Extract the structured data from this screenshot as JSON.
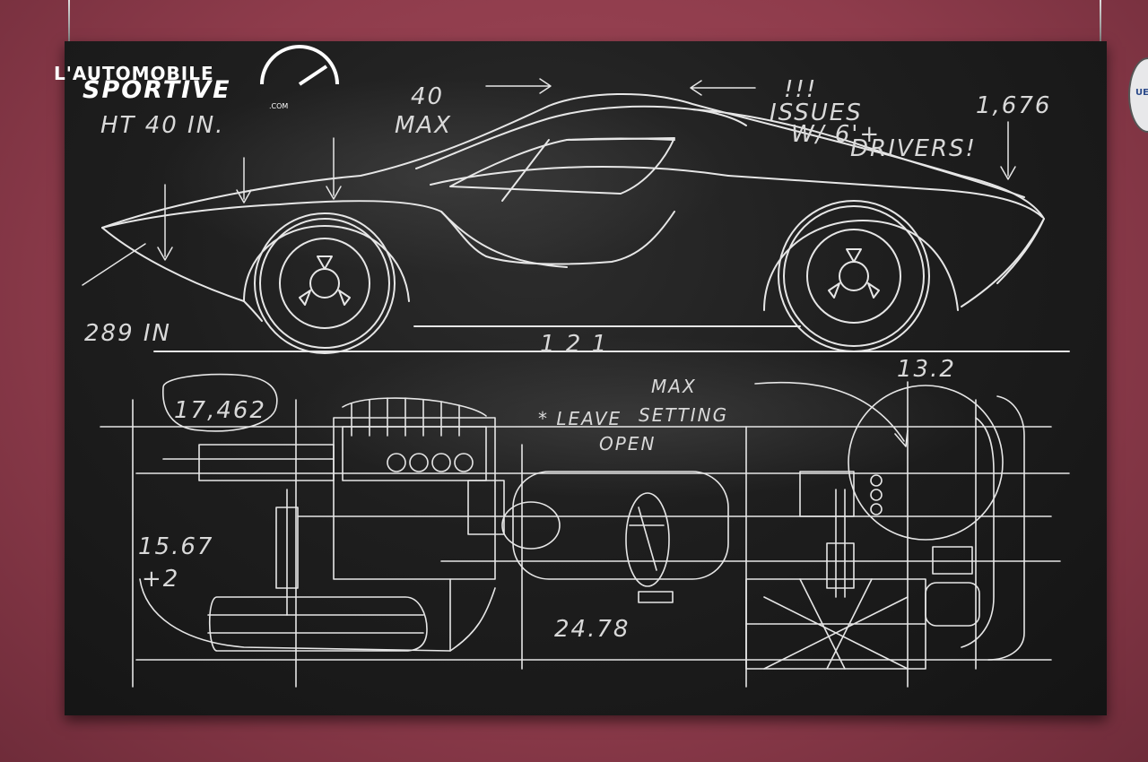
{
  "logo": {
    "line1": "L'AUTOMOBILE",
    "line2": "SPORTIVE",
    "line3": ".COM"
  },
  "annotations": {
    "height": "HT 40 IN.",
    "max_top": "40",
    "max_label": "MAX",
    "issues_1": "!!!",
    "issues_2": "ISSUES",
    "issues_3": "W/ 6'+",
    "issues_4": "DRIVERS!",
    "rear_dim": "1,676",
    "front_dim": "289 IN",
    "base_mark": "1 2 1",
    "circled": "17,462",
    "max_setting_1": "MAX",
    "max_setting_2": "SETTING",
    "leave": "* LEAVE",
    "open": "OPEN",
    "top_right": "13.2",
    "left_dim_1": "15.67",
    "left_dim_2": "+2",
    "bottom_dim": "24.78"
  },
  "badge": {
    "text": "UE"
  },
  "colors": {
    "wall": "#8f3c4c",
    "board": "#1e1e1e",
    "chalk": "#e6e6e6"
  }
}
